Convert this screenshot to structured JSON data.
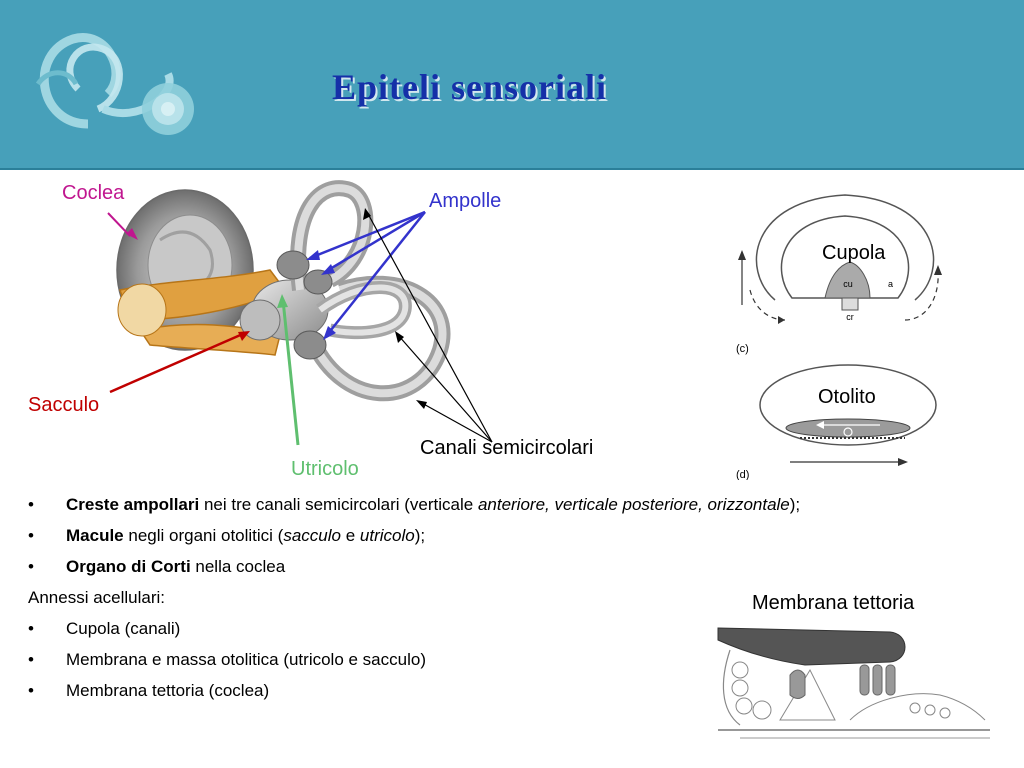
{
  "slide": {
    "title": "Epiteli sensoriali"
  },
  "labels": {
    "coclea": "Coclea",
    "ampolle": "Ampolle",
    "sacculo": "Sacculo",
    "utricolo": "Utricolo",
    "canali": "Canali semicircolari",
    "cupola": "Cupola",
    "otolito": "Otolito",
    "membrana_tettoria": "Membrana tettoria"
  },
  "figure_small": {
    "c_label": "(c)",
    "d_label": "(d)",
    "cu": "cu",
    "a": "a",
    "cr": "cr"
  },
  "bullets": {
    "b1": {
      "bold": "Creste ampollari",
      "text1": " nei tre canali semicircolari (verticale ",
      "italic": "anteriore, verticale posteriore, orizzontale",
      "text2": ");"
    },
    "b2": {
      "bold": "Macule",
      "text1": " negli organi otolitici (",
      "italic1": "sacculo",
      "text2": " e ",
      "italic2": "utricolo",
      "text3": ");"
    },
    "b3": {
      "bold": "Organo di Corti",
      "text1": " nella coclea"
    },
    "annessi": "Annessi acellulari:",
    "b4": "Cupola (canali)",
    "b5": "Membrana e massa otolitica (utricolo e sacculo)",
    "b6": "Membrana tettoria (coclea)",
    "bullet_char": "•"
  },
  "colors": {
    "header": "#47a0ba",
    "title": "#1530a8",
    "coclea": "#c0168f",
    "ampolle": "#3333cc",
    "sacculo": "#c00000",
    "utricolo": "#5fbf6f"
  }
}
